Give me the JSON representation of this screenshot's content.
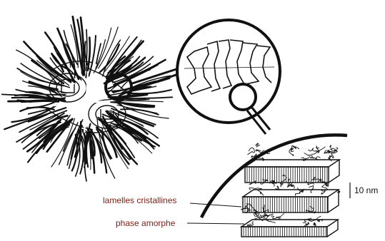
{
  "labels": {
    "crystalline_lamellae": "lamelles cristallines",
    "amorphous_phase": "phase amorphe",
    "scale_bar": "10 nm"
  },
  "colors": {
    "ink": "#111111",
    "label_text": "#7a1e14",
    "background": "#ffffff"
  }
}
